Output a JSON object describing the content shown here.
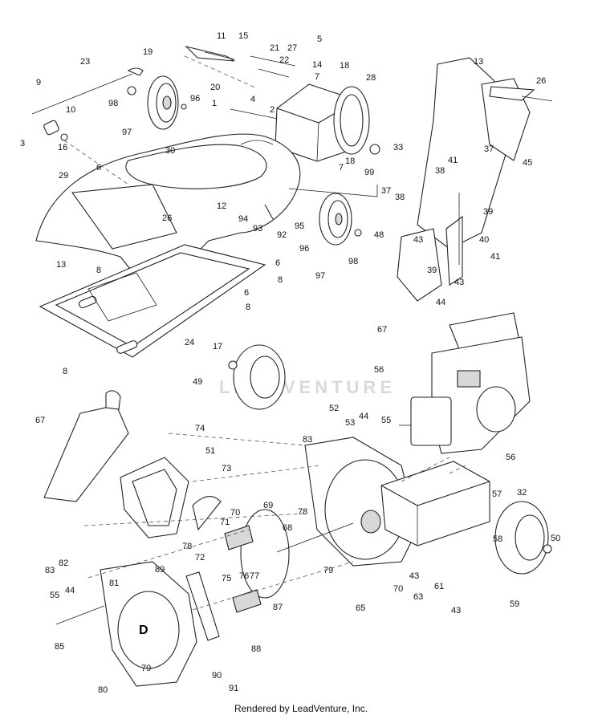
{
  "diagram": {
    "callouts": [
      {
        "id": "c11",
        "text": "11"
      },
      {
        "id": "c15",
        "text": "15"
      },
      {
        "id": "c21",
        "text": "21"
      },
      {
        "id": "c27",
        "text": "27"
      },
      {
        "id": "c5",
        "text": "5"
      },
      {
        "id": "c22",
        "text": "22"
      },
      {
        "id": "c14",
        "text": "14"
      },
      {
        "id": "c18a",
        "text": "18"
      },
      {
        "id": "c7a",
        "text": "7"
      },
      {
        "id": "c28",
        "text": "28"
      },
      {
        "id": "c23",
        "text": "23"
      },
      {
        "id": "c19",
        "text": "19"
      },
      {
        "id": "c9",
        "text": "9"
      },
      {
        "id": "c10",
        "text": "10"
      },
      {
        "id": "c3",
        "text": "3"
      },
      {
        "id": "c16",
        "text": "16"
      },
      {
        "id": "c98a",
        "text": "98"
      },
      {
        "id": "c96a",
        "text": "96"
      },
      {
        "id": "c97a",
        "text": "97"
      },
      {
        "id": "c20",
        "text": "20"
      },
      {
        "id": "c1",
        "text": "1"
      },
      {
        "id": "c4",
        "text": "4"
      },
      {
        "id": "c2",
        "text": "2"
      },
      {
        "id": "c30",
        "text": "30"
      },
      {
        "id": "c18b",
        "text": "18"
      },
      {
        "id": "c7b",
        "text": "7"
      },
      {
        "id": "c99",
        "text": "99"
      },
      {
        "id": "c29",
        "text": "29"
      },
      {
        "id": "c6a",
        "text": "6"
      },
      {
        "id": "c26a",
        "text": "26"
      },
      {
        "id": "c12",
        "text": "12"
      },
      {
        "id": "c94",
        "text": "94"
      },
      {
        "id": "c93",
        "text": "93"
      },
      {
        "id": "c92",
        "text": "92"
      },
      {
        "id": "c95",
        "text": "95"
      },
      {
        "id": "c13a",
        "text": "13"
      },
      {
        "id": "c8a",
        "text": "8"
      },
      {
        "id": "c6b",
        "text": "6"
      },
      {
        "id": "c96b",
        "text": "96"
      },
      {
        "id": "c97b",
        "text": "97"
      },
      {
        "id": "c98b",
        "text": "98"
      },
      {
        "id": "c8b",
        "text": "8"
      },
      {
        "id": "c6c",
        "text": "6"
      },
      {
        "id": "c8c",
        "text": "8"
      },
      {
        "id": "c24",
        "text": "24"
      },
      {
        "id": "c17",
        "text": "17"
      },
      {
        "id": "c8d",
        "text": "8"
      },
      {
        "id": "c13b",
        "text": "13"
      },
      {
        "id": "c26b",
        "text": "26"
      },
      {
        "id": "c33",
        "text": "33"
      },
      {
        "id": "c45",
        "text": "45"
      },
      {
        "id": "c37a",
        "text": "37"
      },
      {
        "id": "c41a",
        "text": "41"
      },
      {
        "id": "c38a",
        "text": "38"
      },
      {
        "id": "c37b",
        "text": "37"
      },
      {
        "id": "c38b",
        "text": "38"
      },
      {
        "id": "c39a",
        "text": "39"
      },
      {
        "id": "c48",
        "text": "48"
      },
      {
        "id": "c43a",
        "text": "43"
      },
      {
        "id": "c40",
        "text": "40"
      },
      {
        "id": "c41b",
        "text": "41"
      },
      {
        "id": "c39b",
        "text": "39"
      },
      {
        "id": "c43b",
        "text": "43"
      },
      {
        "id": "c44a",
        "text": "44"
      },
      {
        "id": "c67a",
        "text": "67"
      },
      {
        "id": "c49",
        "text": "49"
      },
      {
        "id": "c56a",
        "text": "56"
      },
      {
        "id": "c52",
        "text": "52"
      },
      {
        "id": "c53",
        "text": "53"
      },
      {
        "id": "c44b",
        "text": "44"
      },
      {
        "id": "c55a",
        "text": "55"
      },
      {
        "id": "c56b",
        "text": "56"
      },
      {
        "id": "c67b",
        "text": "67"
      },
      {
        "id": "c74",
        "text": "74"
      },
      {
        "id": "c51",
        "text": "51"
      },
      {
        "id": "c83a",
        "text": "83"
      },
      {
        "id": "c73",
        "text": "73"
      },
      {
        "id": "c57",
        "text": "57"
      },
      {
        "id": "c32",
        "text": "32"
      },
      {
        "id": "c78a",
        "text": "78"
      },
      {
        "id": "c70a",
        "text": "70"
      },
      {
        "id": "c69",
        "text": "69"
      },
      {
        "id": "c71",
        "text": "71"
      },
      {
        "id": "c68",
        "text": "68"
      },
      {
        "id": "c58",
        "text": "58"
      },
      {
        "id": "c50",
        "text": "50"
      },
      {
        "id": "c82",
        "text": "82"
      },
      {
        "id": "c78b",
        "text": "78"
      },
      {
        "id": "c72",
        "text": "72"
      },
      {
        "id": "c89",
        "text": "89"
      },
      {
        "id": "c81",
        "text": "81"
      },
      {
        "id": "c83b",
        "text": "83"
      },
      {
        "id": "c44c",
        "text": "44"
      },
      {
        "id": "c55b",
        "text": "55"
      },
      {
        "id": "c79a",
        "text": "79"
      },
      {
        "id": "c43c",
        "text": "43"
      },
      {
        "id": "c61",
        "text": "61"
      },
      {
        "id": "c75",
        "text": "75"
      },
      {
        "id": "c76",
        "text": "76"
      },
      {
        "id": "c77",
        "text": "77"
      },
      {
        "id": "c70b",
        "text": "70"
      },
      {
        "id": "c65",
        "text": "65"
      },
      {
        "id": "c63",
        "text": "63"
      },
      {
        "id": "c43d",
        "text": "43"
      },
      {
        "id": "c59",
        "text": "59"
      },
      {
        "id": "c87",
        "text": "87"
      },
      {
        "id": "c85",
        "text": "85"
      },
      {
        "id": "c88",
        "text": "88"
      },
      {
        "id": "c80",
        "text": "80"
      },
      {
        "id": "c79b",
        "text": "79"
      },
      {
        "id": "c90",
        "text": "90"
      },
      {
        "id": "c91",
        "text": "91"
      }
    ],
    "housing_letter": "D",
    "watermark": "LEADVENTURE",
    "credit": "Rendered by LeadVenture, Inc.",
    "colors": {
      "ink": "#222222",
      "watermark": "#d9d9d9",
      "background": "#ffffff"
    }
  }
}
